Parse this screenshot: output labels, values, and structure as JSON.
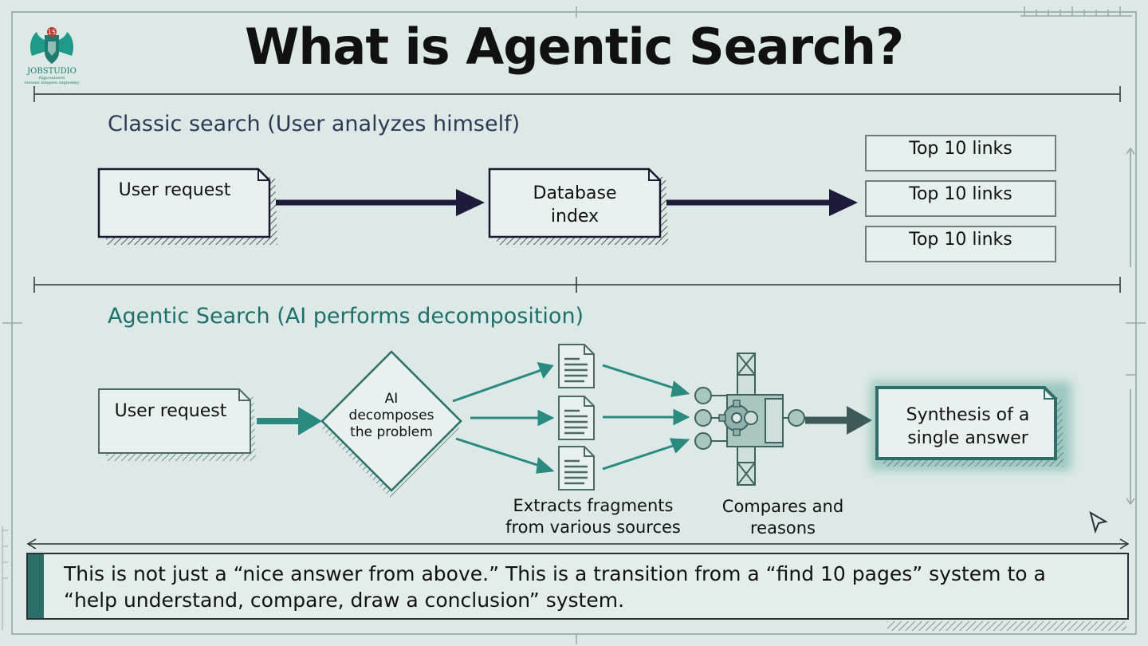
{
  "title": "What is Agentic Search?",
  "logo": {
    "number": "15",
    "name": "JOBSTUDIO",
    "tagline_1": "Hgpcsaioevn",
    "tagline_2": "ersssen lsmgsen nsgnoemy"
  },
  "classic": {
    "heading": "Classic search (User analyzes himself)",
    "user_request": "User request",
    "database_index_line1": "Database",
    "database_index_line2": "index",
    "links": [
      "Top 10 links",
      "Top 10 links",
      "Top 10 links"
    ]
  },
  "agentic": {
    "heading": "Agentic Search (AI performs decomposition)",
    "user_request": "User request",
    "decompose_line1": "AI",
    "decompose_line2": "decomposes",
    "decompose_line3": "the problem",
    "extracts_line1": "Extracts fragments",
    "extracts_line2": "from various sources",
    "compares_line1": "Compares and",
    "compares_line2": "reasons",
    "synthesis_line1": "Synthesis of a",
    "synthesis_line2": "single answer"
  },
  "note": {
    "text": "This is not just a “nice answer from above.” This is a transition from a “find 10 pages” system to a “help understand, compare, draw a conclusion” system."
  },
  "colors": {
    "background": "#dce9e6",
    "classic_heading": "#2c3a55",
    "agentic_heading": "#1f6f6a",
    "navy_arrow": "#1e1b3a",
    "teal_arrow": "#2a8a80",
    "accent_bar": "#2b6e68"
  },
  "icons": {
    "logo": "horse-crest-logo",
    "document": "document-icon",
    "gear": "gear-icon",
    "cursor": "cursor-icon"
  }
}
